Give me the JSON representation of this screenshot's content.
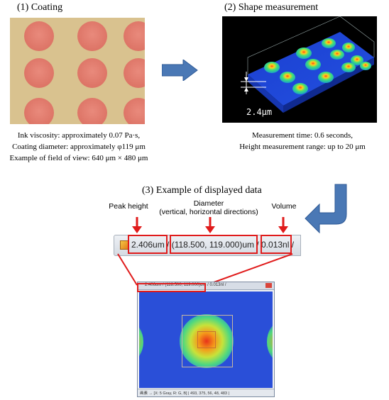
{
  "panel1": {
    "title": "(1) Coating",
    "caption": [
      "Ink viscosity: approximately 0.07 Pa·s,",
      "Coating diameter: approximately φ119 μm",
      "Example of field of view: 640 μm × 480 μm"
    ]
  },
  "panel2": {
    "title": "(2) Shape measurement",
    "height_label": "2.4μm",
    "caption": [
      "Measurement time: 0.6 seconds,",
      "Height measurement range: up to 20 μm"
    ]
  },
  "panel3": {
    "title": "(3) Example of displayed data",
    "labels": {
      "peak": "Peak height",
      "diameter_line1": "Diameter",
      "diameter_line2": "(vertical, horizontal directions)",
      "volume": "Volume"
    },
    "status_text": "2.406um / (118.500, 119.000)um / 0.013nl /",
    "window_title": "2.406um / (118.500, 119.000)um / 0.013nl /",
    "window_status": "画素 → [X: 5 Gray, R: G, B] | 493, 375, 56, 48, 483 |"
  },
  "colors": {
    "arrow": "#4a78b5",
    "highlight": "#e01b1b",
    "dot": "#dd7466",
    "background_coat": "#d9c28f"
  }
}
